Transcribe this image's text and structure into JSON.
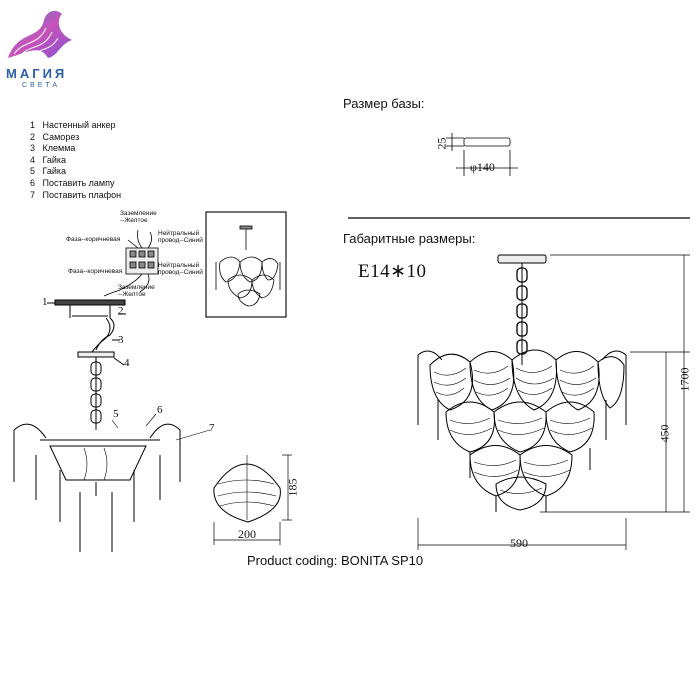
{
  "brand": {
    "name": "МАГИЯ",
    "tagline": "СВЕТА"
  },
  "base_section": {
    "title": "Размер базы:",
    "height": "25",
    "diameter": "φ140"
  },
  "overall_section": {
    "title": "Габаритные размеры:",
    "socket": "E14∗10",
    "height_total": "1700",
    "height_body": "450",
    "width": "590"
  },
  "parts_list": [
    {
      "num": "1",
      "label": "Настенный анкер"
    },
    {
      "num": "2",
      "label": "Саморез"
    },
    {
      "num": "3",
      "label": "Клемма"
    },
    {
      "num": "4",
      "label": "Гайка"
    },
    {
      "num": "5",
      "label": "Гайка"
    },
    {
      "num": "6",
      "label": "Поставить лампу"
    },
    {
      "num": "7",
      "label": "Поставить плафон"
    }
  ],
  "wiring": {
    "ground_top": "Заземление\n--Желтое",
    "phase_top": "Фаза--коричневая",
    "neutral_top": "Нейтральный\nпровод--Синий",
    "phase_bottom": "Фаза--коричневая",
    "neutral_bottom": "Нейтральный\nпровод--Синий",
    "ground_bottom": "Заземление\n--Желтое"
  },
  "callouts": [
    "1",
    "2",
    "3",
    "4",
    "5",
    "6",
    "7"
  ],
  "shade": {
    "height": "185",
    "width": "200"
  },
  "product_coding": "Product coding: BONITA SP10"
}
